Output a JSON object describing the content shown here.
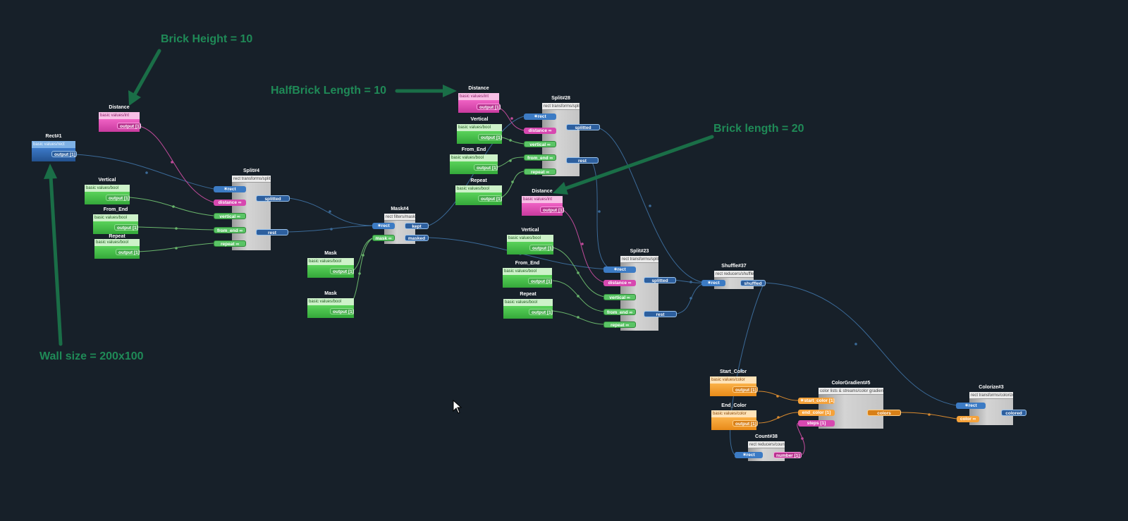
{
  "annotations": {
    "brick_height": "Brick Height = 10",
    "halfbrick_length": "HalfBrick Length = 10",
    "brick_length": "Brick length = 20",
    "wall_size": "Wall size = 200x100"
  },
  "colors": {
    "background": "#172029",
    "annotation": "#1f8a57",
    "wire_blue": "#3b6a98",
    "wire_pink": "#c14b9b",
    "wire_green": "#69b56b",
    "wire_orange": "#d98a2e"
  },
  "nodes": {
    "rect1": {
      "title": "Rect#1",
      "subtitle": "basic values/rect",
      "output": "output [1]"
    },
    "dist1": {
      "title": "Distance",
      "subtitle": "basic values/int",
      "output": "output [1]"
    },
    "vert1": {
      "title": "Vertical",
      "subtitle": "basic values/bool",
      "output": "output [1]"
    },
    "fromend1": {
      "title": "From_End",
      "subtitle": "basic values/bool",
      "output": "output [1]"
    },
    "repeat1": {
      "title": "Repeat",
      "subtitle": "basic values/bool",
      "output": "output [1]"
    },
    "split4": {
      "title": "Split#4",
      "subtitle": "rect transforms/split",
      "in_rect": "✶rect",
      "in_distance": "distance ∞",
      "in_vertical": "vertical ∞",
      "in_from_end": "from_end ∞",
      "in_repeat": "repeat ∞",
      "out_splitted": "splitted",
      "out_rest": "rest"
    },
    "mask1": {
      "title": "Mask",
      "subtitle": "basic values/bool",
      "output": "output [1]"
    },
    "mask2": {
      "title": "Mask",
      "subtitle": "basic values/bool",
      "output": "output [1]"
    },
    "mask4": {
      "title": "Mask#4",
      "subtitle": "rect filters/mask",
      "in_rect": "✶rect",
      "in_mask": "mask ∞",
      "out_kept": "kept",
      "out_masked": "masked"
    },
    "dist2": {
      "title": "Distance",
      "subtitle": "basic values/int",
      "output": "output [1]"
    },
    "vert2": {
      "title": "Vertical",
      "subtitle": "basic values/bool",
      "output": "output [1]"
    },
    "fromend2": {
      "title": "From_End",
      "subtitle": "basic values/bool",
      "output": "output [1]"
    },
    "repeat2": {
      "title": "Repeat",
      "subtitle": "basic values/bool",
      "output": "output [1]"
    },
    "split28": {
      "title": "Split#28",
      "subtitle": "rect transforms/split",
      "in_rect": "✶rect",
      "in_distance": "distance ∞",
      "in_vertical": "vertical ∞",
      "in_from_end": "from_end ∞",
      "in_repeat": "repeat ∞",
      "out_splitted": "splitted",
      "out_rest": "rest"
    },
    "dist3": {
      "title": "Distance",
      "subtitle": "basic values/int",
      "output": "output [1]"
    },
    "vert3": {
      "title": "Vertical",
      "subtitle": "basic values/bool",
      "output": "output [1]"
    },
    "fromend3": {
      "title": "From_End",
      "subtitle": "basic values/bool",
      "output": "output [1]"
    },
    "repeat3": {
      "title": "Repeat",
      "subtitle": "basic values/bool",
      "output": "output [1]"
    },
    "split23": {
      "title": "Split#23",
      "subtitle": "rect transforms/split",
      "in_rect": "✶rect",
      "in_distance": "distance ∞",
      "in_vertical": "vertical ∞",
      "in_from_end": "from_end ∞",
      "in_repeat": "repeat ∞",
      "out_splitted": "splitted",
      "out_rest": "rest"
    },
    "shuffle37": {
      "title": "Shuffle#37",
      "subtitle": "rect reducers/shuffle",
      "in_rect": "✶rect",
      "out_shuffled": "shuffled"
    },
    "startcolor": {
      "title": "Start_Color",
      "subtitle": "basic values/color",
      "output": "output [1]"
    },
    "endcolor": {
      "title": "End_Color",
      "subtitle": "basic values/color",
      "output": "output [1]"
    },
    "colorgrad5": {
      "title": "ColorGradient#5",
      "subtitle": "color lists & streams/color gradient",
      "in_start": "✶start_color [1]",
      "in_end": "end_color [1]",
      "in_steps": "steps [1]",
      "out_colors": "colors"
    },
    "count38": {
      "title": "Count#38",
      "subtitle": "rect reducers/count",
      "in_rect": "✶rect",
      "out_number": "number [1]"
    },
    "colorize3": {
      "title": "Colorize#3",
      "subtitle": "rect transforms/colorize",
      "in_rect": "✶rect",
      "in_color": "color ∞",
      "out_colored": "colored"
    }
  }
}
